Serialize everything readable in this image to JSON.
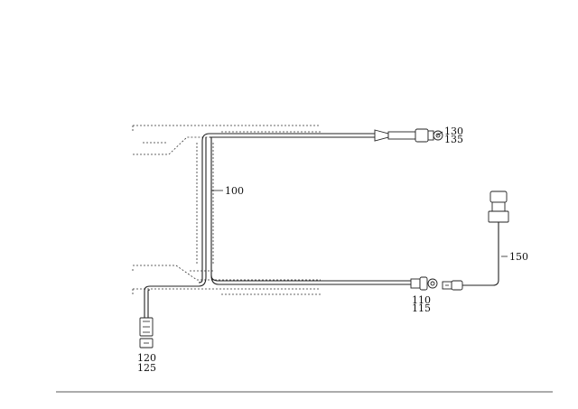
{
  "labels": {
    "harness": "100",
    "connector_left_a": "120",
    "connector_left_b": "125",
    "connector_mid_a": "110",
    "connector_mid_b": "115",
    "connector_top_a": "130",
    "connector_top_b": "135",
    "sensor_cable": "150"
  }
}
